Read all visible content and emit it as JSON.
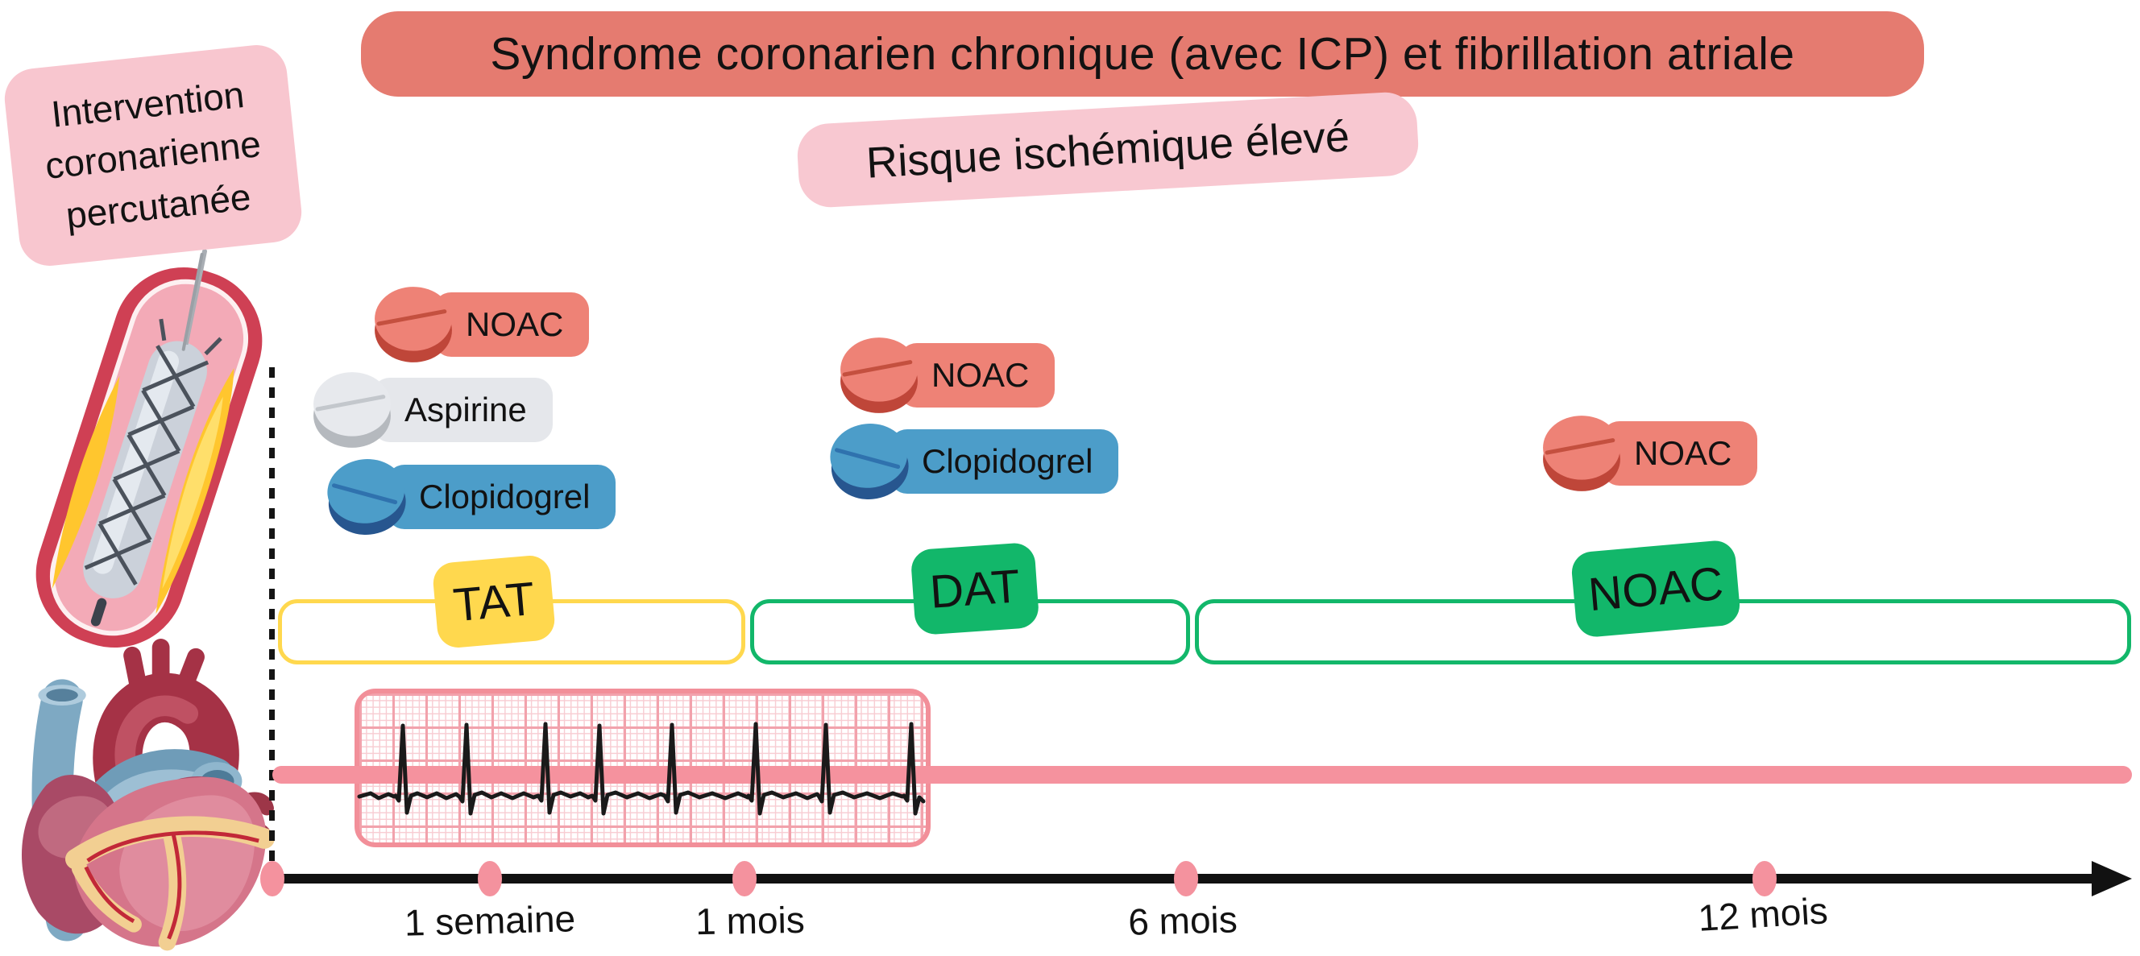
{
  "header": {
    "title": "Syndrome coronarien chronique (avec ICP) et fibrillation atriale",
    "title_bg": "#e57b70",
    "subtitle": "Risque ischémique élevé",
    "subtitle_bg": "#f8c8d1"
  },
  "intervention_callout": {
    "lines": [
      "Intervention",
      "coronarienne",
      "percutanée"
    ],
    "bg": "#f8c6cf"
  },
  "illustrations": {
    "stent": "percutaneous-coronary-intervention-stent",
    "heart": "anatomical-heart",
    "ecg": "atrial-fibrillation-ecg-strip"
  },
  "medications": {
    "tat_phase": [
      {
        "label": "NOAC",
        "color": "#ee8276"
      },
      {
        "label": "Aspirine",
        "color": "#e7e9ed"
      },
      {
        "label": "Clopidogrel",
        "color": "#4c9dc9"
      }
    ],
    "dat_phase": [
      {
        "label": "NOAC",
        "color": "#ee8276"
      },
      {
        "label": "Clopidogrel",
        "color": "#4c9dc9"
      }
    ],
    "noac_phase": [
      {
        "label": "NOAC",
        "color": "#ee8276"
      }
    ]
  },
  "therapy_phases": [
    {
      "label": "TAT",
      "color": "#ffd84e"
    },
    {
      "label": "DAT",
      "color": "#12b76a"
    },
    {
      "label": "NOAC",
      "color": "#12b76a"
    }
  ],
  "timeline": {
    "tick_labels": [
      "1 semaine",
      "1 mois",
      "6 mois",
      "12 mois"
    ],
    "dot_color": "#f4929e",
    "band_color": "#f5929e"
  }
}
